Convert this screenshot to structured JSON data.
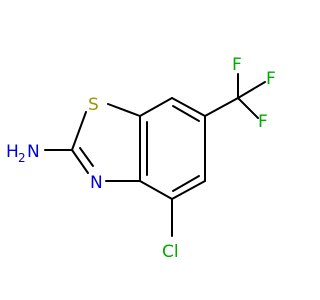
{
  "molecule": {
    "atoms": {
      "amine_h": "H",
      "amine_sub": "2",
      "amine_n": "N",
      "sulfur": "S",
      "ring_n": "N",
      "chlorine": "Cl",
      "fluorine_1": "F",
      "fluorine_2": "F",
      "fluorine_3": "F"
    },
    "colors": {
      "bond": "#000000",
      "sulfur": "#9a9a00",
      "nitrogen": "#0000dd",
      "chlorine": "#00aa00",
      "fluorine": "#00aa00"
    }
  }
}
